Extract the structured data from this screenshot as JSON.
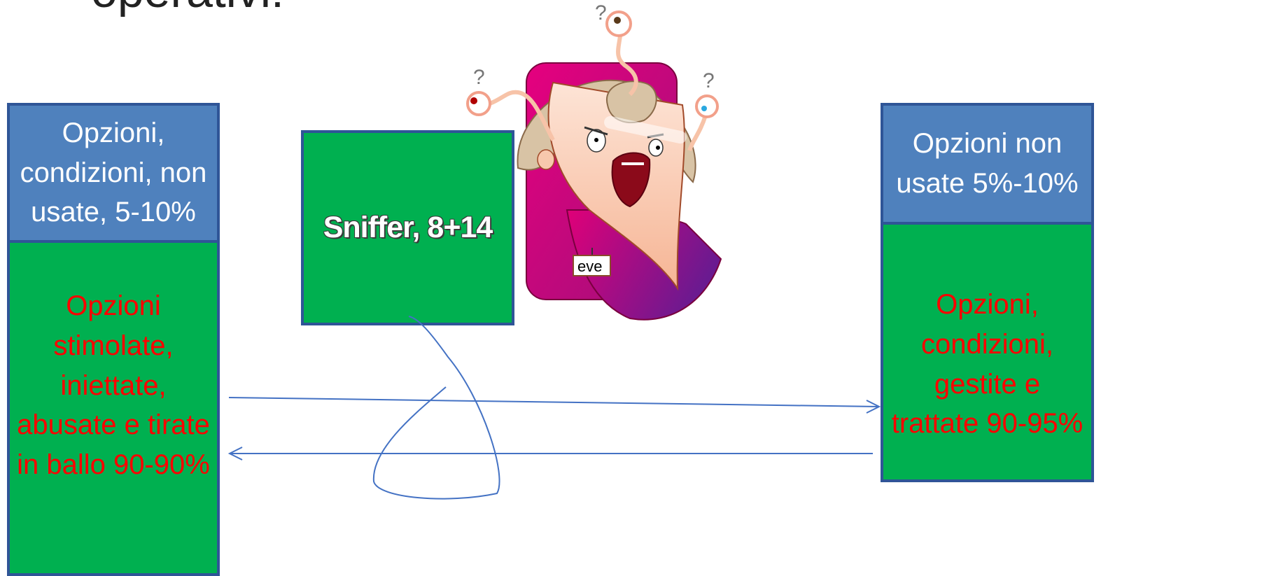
{
  "slide": {
    "title": "operativi:"
  },
  "left_column": {
    "top_box_text": "Opzioni, condizioni, non usate, 5-10%",
    "bottom_box_text": "Opzioni stimolate, iniettate, abusate e tirate in ballo 90-90%"
  },
  "center_box": {
    "label": "Sniffer, 8+14"
  },
  "right_column": {
    "top_box_text": "Opzioni non usate 5%-10%",
    "bottom_box_text": "Opzioni, condizioni, gestite e trattate 90-95%"
  },
  "eve_character": {
    "name_tag": "eve",
    "question_marks": [
      "?",
      "?",
      "?"
    ]
  },
  "colors": {
    "blue_box": "#4f81bd",
    "green_box": "#00b050",
    "border": "#2f5597",
    "red_text": "#ff0000",
    "arrow": "#4472c4"
  }
}
